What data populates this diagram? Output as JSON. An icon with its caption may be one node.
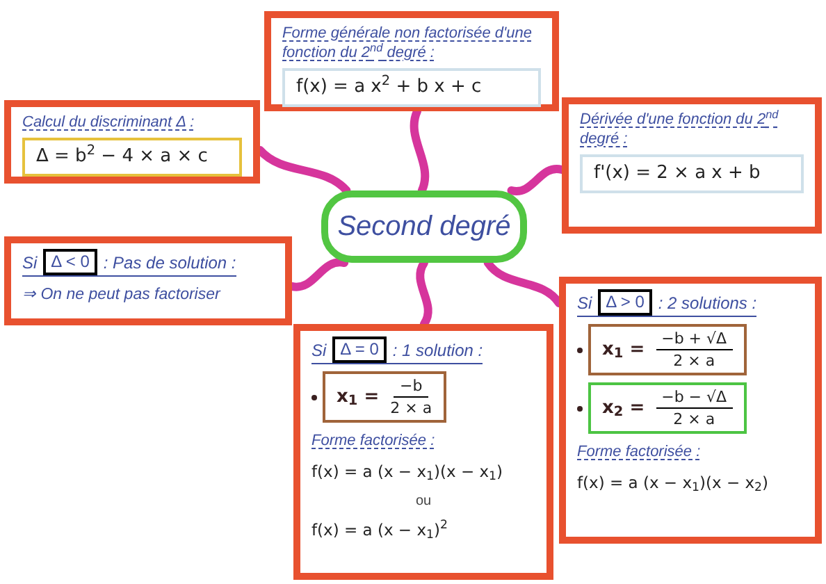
{
  "diagram": {
    "nodes": [
      {
        "text": [
          "Forme générale non factorisée d'une fonction du 2$^{nd}$ degré :"
        ]
      },
      {
        "text": [
          "f(x) = a x$^{2}$ + b x + c"
        ],
        "in": 0
      },
      {
        "text": [
          "Calcul du discriminant Δ :"
        ]
      },
      {
        "text": [
          "Δ = b$^{2}$ − 4 × a × c"
        ],
        "in": 2
      },
      {
        "text": [
          "Dérivée d'une fonction du 2$^{nd}$ degré :"
        ]
      },
      {
        "text": [
          "f'(x) = 2 × a x + b"
        ],
        "in": 4
      },
      {
        "text": [
          "Second degré"
        ]
      },
      {
        "text": [
          "Si",
          ": Pas de solution :",
          "⇒ On ne peut pas factoriser"
        ]
      },
      {
        "text": [
          "Δ < 0"
        ],
        "in": 7
      },
      {
        "text": [
          "Si",
          ": 2 solutions :",
          "Forme factorisée :",
          "f(x) = a (x − x$_{1}$)(x − x$_{2}$)"
        ]
      },
      {
        "text": [
          "Δ > 0"
        ],
        "in": 9
      },
      {
        "text": [
          "x$_{1}$ =",
          "−b + √Δ",
          "2 × a"
        ],
        "in": 9
      },
      {
        "text": [
          "x$_{2}$ =",
          "−b − √Δ",
          "2 × a"
        ],
        "in": 9
      },
      {
        "text": [
          "Si",
          ": 1 solution :",
          "Forme factorisée :",
          "f(x) = a (x − x$_{1}$)(x − x$_{1}$)",
          "ou",
          "f(x) = a (x − x$_{1}$)$^{2}$"
        ]
      },
      {
        "text": [
          "Δ = 0"
        ],
        "in": 13
      },
      {
        "text": [
          "x$_{1}$ =",
          "−b",
          "2 × a"
        ],
        "in": 13
      }
    ],
    "edges": [
      {
        "from": 6,
        "to": 0,
        "arrow": "none"
      },
      {
        "from": 6,
        "to": 2,
        "arrow": "none"
      },
      {
        "from": 6,
        "to": 4,
        "arrow": "none"
      },
      {
        "from": 6,
        "to": 7,
        "arrow": "none"
      },
      {
        "from": 6,
        "to": 9,
        "arrow": "none"
      },
      {
        "from": 6,
        "to": 13,
        "arrow": "none"
      }
    ]
  }
}
